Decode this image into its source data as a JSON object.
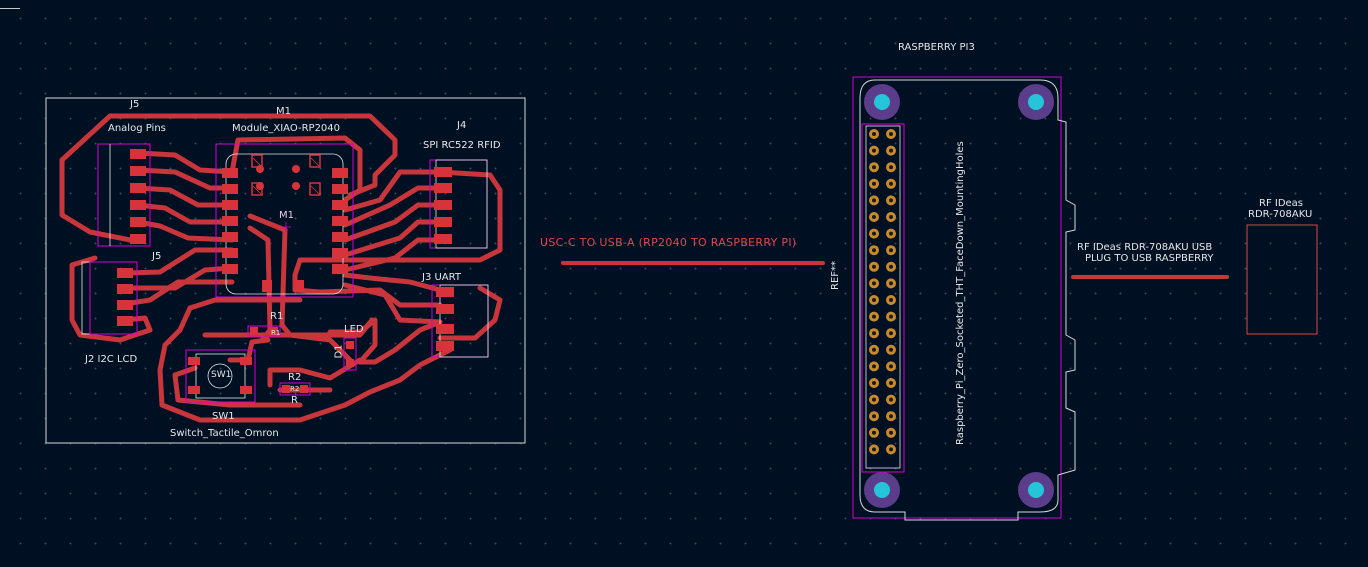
{
  "window_mark": "",
  "labels": {
    "j5_top": "J5",
    "analog_pins": "Analog Pins",
    "m1_top": "M1",
    "module_xiao": "Module_XIAO-RP2040",
    "j4": "J4",
    "spi_rfid": "SPI RC522 RFID",
    "m1_center": "M1",
    "j5_mid": "J5",
    "j3_uart": "J3 UART",
    "r1_label": "R1",
    "r1_pad": "R1",
    "led": "LED",
    "d1": "D1",
    "r2_label": "R2",
    "r2_pad": "R2",
    "r_value": "R",
    "sw1_pad": "SW1",
    "sw1": "SW1",
    "switch_tactile": "Switch_Tactile_Omron",
    "j2_i2c": "J2 I2C LCD",
    "usb_c_link": "USC-C TO USB-A (RP2040 TO RASPBERRY PI)",
    "raspberry_pi3": "RASPBERRY PI3",
    "ref_marker": "REF**",
    "rpi_footprint": "Raspberry_Pi_Zero_Socketed_THT_FaceDown_MountingHoles",
    "rf_plug_line1": "RF IDeas RDR-708AKU USB",
    "rf_plug_line2": "PLUG TO USB RASPBERRY",
    "rf_ideas_line1": "RF IDeas",
    "rf_ideas_line2": "RDR-708AKU"
  },
  "colors": {
    "background": "#001023",
    "trace": "#c8363c",
    "pad": "#d8323a",
    "courtyard": "#d400d4",
    "edge_cuts": "#d9d9d9",
    "mounting_hole": "#5b3d8c",
    "hole_drill": "#25c4d8",
    "red_text": "#e0474f",
    "rf_outline": "#d34a4a"
  }
}
